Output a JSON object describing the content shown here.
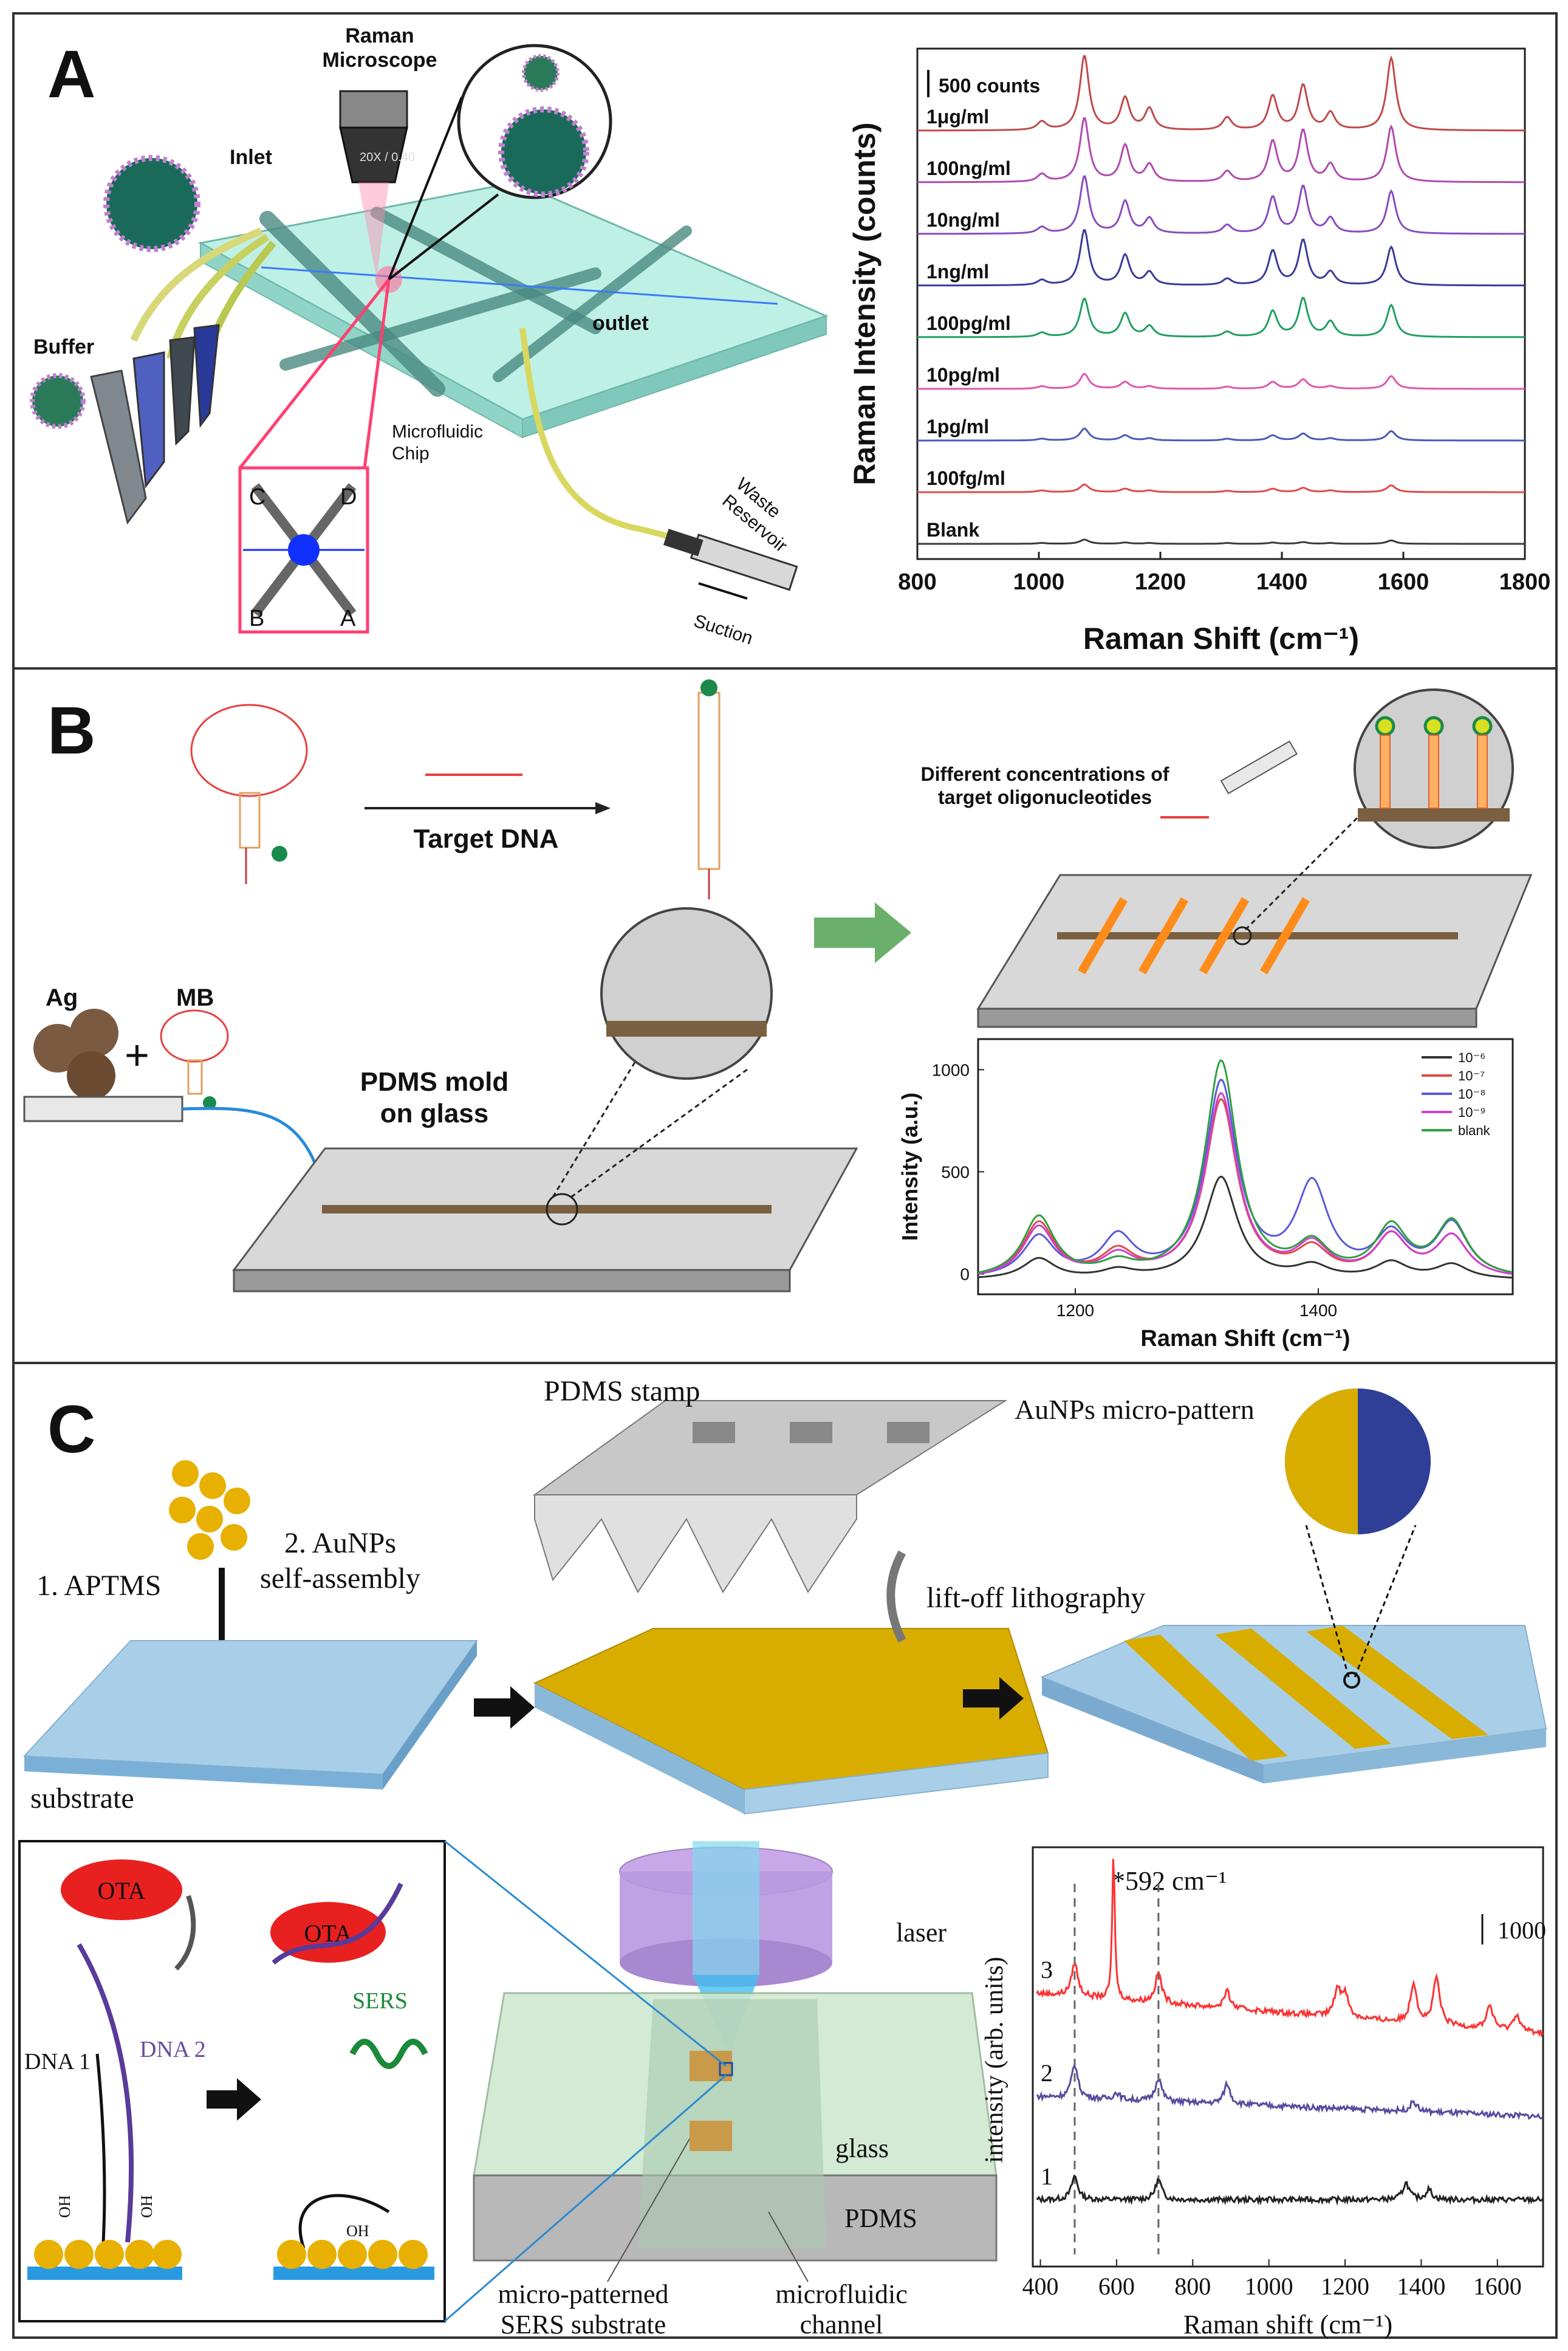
{
  "panel_a": {
    "letter": "A",
    "labels": {
      "raman_microscope": "Raman\nMicroscope",
      "inlet": "Inlet",
      "buffer": "Buffer",
      "outlet": "outlet",
      "microfluidic_chip": "Microfluidic\nChip",
      "waste_reservoir": "Waste\nReservoir",
      "suction": "Suction",
      "objective_marking": "20X / 0.40",
      "channel_letters": [
        "C",
        "D",
        "B",
        "A"
      ]
    },
    "colors": {
      "chip": "#9fe3d8",
      "detection_spot": "#1030ff",
      "inset_border": "#ff4070"
    }
  },
  "panel_b": {
    "letter": "B",
    "labels": {
      "target_dna": "Target DNA",
      "ag": "Ag",
      "mb": "MB",
      "pdms_mold": "PDMS mold\non glass",
      "different_conc": "Different concentrations of\ntarget oligonucleotides"
    },
    "colors": {
      "arrow": "#5aa05a",
      "stripes": "#ff8c1a",
      "channel": "#7a6040"
    }
  },
  "panel_c": {
    "letter": "C",
    "labels": {
      "pdms_stamp": "PDMS stamp",
      "aunps_pattern": "AuNPs micro-pattern",
      "aptms": "1. APTMS",
      "aunps_self": "2. AuNPs\nself-assembly",
      "lift_off": "lift-off lithography",
      "substrate": "substrate",
      "ota": "OTA",
      "dna1": "DNA 1",
      "dna2": "DNA 2",
      "sers": "SERS",
      "oh": "OH",
      "laser": "laser",
      "glass": "glass",
      "pdms": "PDMS",
      "micro_patterned": "micro-patterned\nSERS substrate",
      "microfluidic_channel": "microfluidic\nchannel"
    },
    "colors": {
      "substrate": "#a9cfe8",
      "gold": "#d9ad00",
      "pattern_blue": "#2f3f96"
    }
  },
  "chart_data": [
    {
      "id": "panel-a-spectra",
      "type": "line",
      "xlabel": "Raman Shift (cm⁻¹)",
      "ylabel": "Raman Intensity (counts)",
      "xlim": [
        800,
        1800
      ],
      "xticks": [
        800,
        1000,
        1200,
        1400,
        1600,
        1800
      ],
      "scale_bar": "500 counts",
      "peaks": [
        1005,
        1075,
        1142,
        1182,
        1310,
        1385,
        1435,
        1480,
        1580
      ],
      "series": [
        {
          "name": "Blank",
          "color": "#3a3a3a",
          "offset": 0,
          "amplitudes": [
            0.02,
            0.1,
            0.03,
            0.02,
            0.02,
            0.03,
            0.04,
            0.02,
            0.08
          ]
        },
        {
          "name": "100fg/ml",
          "color": "#e04a4a",
          "offset": 1,
          "amplitudes": [
            0.04,
            0.18,
            0.08,
            0.04,
            0.03,
            0.08,
            0.1,
            0.04,
            0.16
          ]
        },
        {
          "name": "1pg/ml",
          "color": "#4a5ab8",
          "offset": 2,
          "amplitudes": [
            0.04,
            0.28,
            0.12,
            0.05,
            0.04,
            0.12,
            0.16,
            0.05,
            0.22
          ]
        },
        {
          "name": "10pg/ml",
          "color": "#e056b0",
          "offset": 3,
          "amplitudes": [
            0.06,
            0.35,
            0.16,
            0.06,
            0.05,
            0.16,
            0.22,
            0.06,
            0.3
          ]
        },
        {
          "name": "100pg/ml",
          "color": "#20a060",
          "offset": 4,
          "amplitudes": [
            0.1,
            0.9,
            0.55,
            0.25,
            0.12,
            0.6,
            0.9,
            0.35,
            0.75
          ]
        },
        {
          "name": "1ng/ml",
          "color": "#3a3a9a",
          "offset": 5,
          "amplitudes": [
            0.12,
            1.3,
            0.7,
            0.3,
            0.15,
            0.8,
            1.05,
            0.3,
            0.9
          ]
        },
        {
          "name": "10ng/ml",
          "color": "#8a4ac0",
          "offset": 6,
          "amplitudes": [
            0.15,
            1.35,
            0.75,
            0.35,
            0.2,
            0.85,
            1.1,
            0.35,
            1.0
          ]
        },
        {
          "name": "100ng/ml",
          "color": "#b04ab0",
          "offset": 7,
          "amplitudes": [
            0.18,
            1.5,
            0.85,
            0.4,
            0.25,
            0.95,
            1.2,
            0.4,
            1.3
          ]
        },
        {
          "name": "1μg/ml",
          "color": "#c04a4a",
          "offset": 8,
          "amplitudes": [
            0.2,
            1.75,
            0.75,
            0.5,
            0.3,
            0.8,
            1.05,
            0.4,
            1.7
          ]
        }
      ]
    },
    {
      "id": "panel-b-spectra",
      "type": "line",
      "xlabel": "Raman Shift (cm⁻¹)",
      "ylabel": "Intensity (a.u.)",
      "xlim": [
        1120,
        1560
      ],
      "ylim": [
        -100,
        1150
      ],
      "xticks": [
        1200,
        1400
      ],
      "yticks": [
        0,
        500,
        1000
      ],
      "legend_position": "top-right",
      "series": [
        {
          "name": "10⁻⁶",
          "color": "#333333",
          "peaks": [
            [
              1170,
              100
            ],
            [
              1235,
              40
            ],
            [
              1320,
              500
            ],
            [
              1395,
              60
            ],
            [
              1460,
              80
            ],
            [
              1510,
              70
            ]
          ]
        },
        {
          "name": "10⁻⁷",
          "color": "#e04a4a",
          "peaks": [
            [
              1170,
              270
            ],
            [
              1235,
              120
            ],
            [
              1320,
              870
            ],
            [
              1395,
              130
            ],
            [
              1460,
              200
            ],
            [
              1510,
              200
            ]
          ]
        },
        {
          "name": "10⁻⁸",
          "color": "#5a5ad8",
          "peaks": [
            [
              1170,
              200
            ],
            [
              1235,
              190
            ],
            [
              1320,
              950
            ],
            [
              1395,
              440
            ],
            [
              1460,
              200
            ],
            [
              1510,
              260
            ]
          ]
        },
        {
          "name": "10⁻⁹",
          "color": "#d040d0",
          "peaks": [
            [
              1170,
              250
            ],
            [
              1235,
              100
            ],
            [
              1320,
              900
            ],
            [
              1395,
              150
            ],
            [
              1460,
              200
            ],
            [
              1510,
              200
            ]
          ]
        },
        {
          "name": "blank",
          "color": "#30a040",
          "peaks": [
            [
              1170,
              300
            ],
            [
              1235,
              60
            ],
            [
              1320,
              1060
            ],
            [
              1395,
              150
            ],
            [
              1460,
              240
            ],
            [
              1510,
              270
            ]
          ]
        }
      ]
    },
    {
      "id": "panel-c-spectra",
      "type": "line",
      "xlabel": "Raman shift (cm⁻¹)",
      "ylabel": "intensity (arb. units)",
      "xlim": [
        380,
        1720
      ],
      "xticks": [
        400,
        600,
        800,
        1000,
        1200,
        1400,
        1600
      ],
      "scale_bar": "1000",
      "annotation": "*592 cm⁻¹",
      "dashed_lines": [
        490,
        710
      ],
      "series": [
        {
          "name": "1",
          "color": "#222222",
          "offset": 0,
          "tilt": 0.0,
          "peaks": [
            [
              490,
              0.35
            ],
            [
              710,
              0.3
            ],
            [
              1360,
              0.25
            ],
            [
              1420,
              0.15
            ]
          ]
        },
        {
          "name": "2",
          "color": "#5a4aa0",
          "offset": 1,
          "tilt": 0.3,
          "peaks": [
            [
              490,
              0.5
            ],
            [
              600,
              0.1
            ],
            [
              710,
              0.35
            ],
            [
              890,
              0.3
            ],
            [
              1380,
              0.15
            ]
          ]
        },
        {
          "name": "3",
          "color": "#ff3030",
          "offset": 2,
          "tilt": 0.6,
          "peaks": [
            [
              490,
              0.5
            ],
            [
              592,
              2.2
            ],
            [
              710,
              0.45
            ],
            [
              890,
              0.25
            ],
            [
              1180,
              0.4
            ],
            [
              1200,
              0.35
            ],
            [
              1380,
              0.6
            ],
            [
              1440,
              0.7
            ],
            [
              1580,
              0.35
            ],
            [
              1650,
              0.25
            ]
          ]
        }
      ]
    }
  ]
}
